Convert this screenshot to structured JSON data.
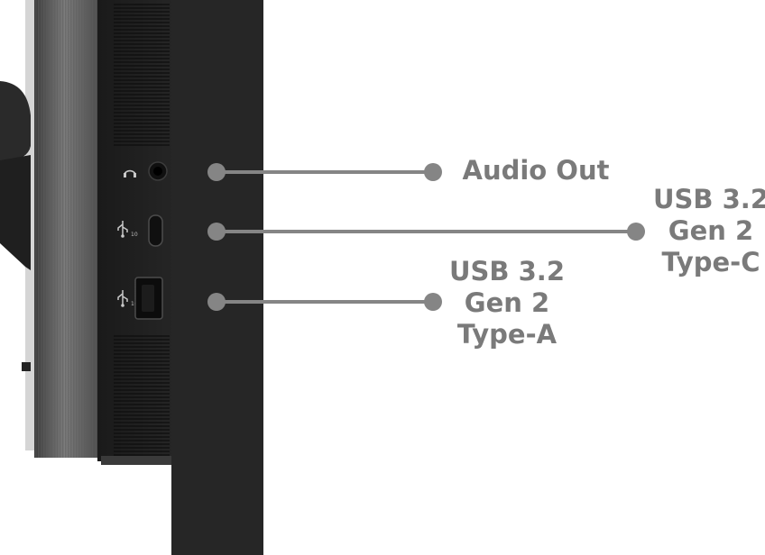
{
  "callouts": {
    "audio": {
      "lines": [
        "Audio Out"
      ],
      "icon": "headphone-icon"
    },
    "usb_c": {
      "lines": [
        "USB 3.2",
        "Gen 2",
        "Type-C"
      ],
      "icon": "usb-icon",
      "speed_mark": "10"
    },
    "usb_a": {
      "lines": [
        "USB 3.2",
        "Gen 2",
        "Type-A"
      ],
      "icon": "usb-icon",
      "speed_mark": "10"
    }
  },
  "colors": {
    "callout": "#858585",
    "label_text": "#7a7a7a",
    "monitor_body": "#1e1e1e",
    "bezel": "#262626",
    "stand": "#2a2a2a",
    "port": "#0c0c0c",
    "background": "#ffffff"
  }
}
